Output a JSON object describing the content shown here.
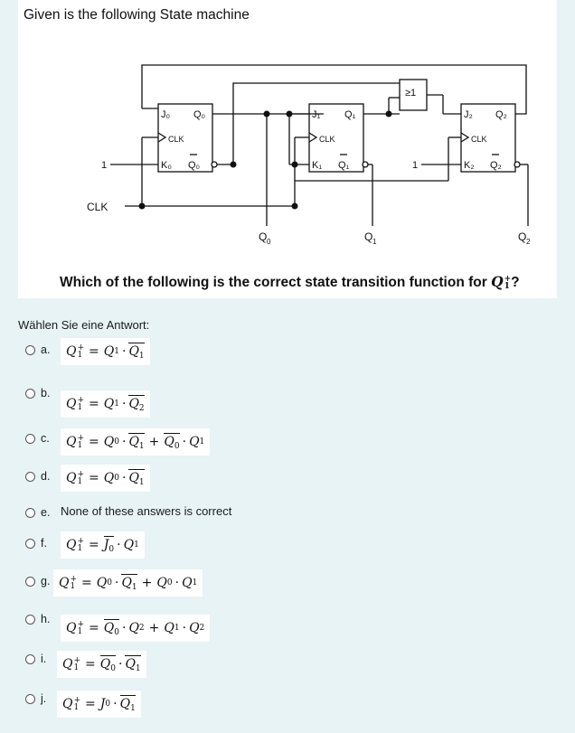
{
  "question": {
    "title": "Given is the following State machine",
    "prompt_text": "Which of the following is the correct state transition function for ",
    "prompt_var": "Q",
    "prompt_sub": "1",
    "prompt_sup": "+",
    "prompt_end": "?"
  },
  "circuit": {
    "ff0": {
      "j": "J₀",
      "q": "Q₀",
      "clk": "CLK",
      "k": "K₀",
      "qbar": "Q₀"
    },
    "ff1": {
      "j": "J₁",
      "q": "Q₁",
      "clk": "CLK",
      "k": "K₁",
      "qbar": "Q₁"
    },
    "ff2": {
      "j": "J₂",
      "q": "Q₂",
      "clk": "CLK",
      "k": "K₂",
      "qbar": "Q₂"
    },
    "or_gate": "≥1",
    "const_one_left": "1",
    "const_one_right": "1",
    "clk_label": "CLK",
    "out0": "Q",
    "out0_sub": "0",
    "out1": "Q",
    "out1_sub": "1",
    "out2": "Q",
    "out2_sub": "2"
  },
  "answer_prompt": "Wählen Sie eine Antwort:",
  "options": [
    {
      "letter": "a."
    },
    {
      "letter": "b."
    },
    {
      "letter": "c."
    },
    {
      "letter": "d."
    },
    {
      "letter": "e.",
      "text": "None of these answers is correct"
    },
    {
      "letter": "f."
    },
    {
      "letter": "g."
    },
    {
      "letter": "h."
    },
    {
      "letter": "i."
    },
    {
      "letter": "j."
    }
  ]
}
